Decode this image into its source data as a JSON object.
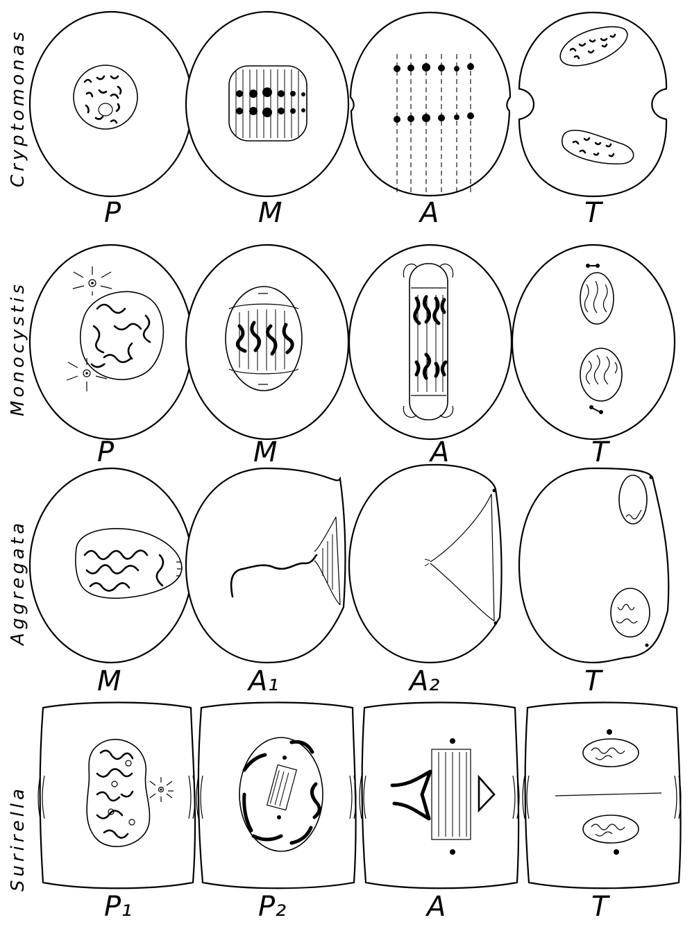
{
  "rows": [
    {
      "organism": "Cryptomonas",
      "stages": [
        "P",
        "M",
        "A",
        "T"
      ]
    },
    {
      "organism": "Monocystis",
      "stages": [
        "P",
        "M",
        "A",
        "T"
      ]
    },
    {
      "organism": "Aggregata",
      "stages": [
        "M",
        "A₁",
        "A₂",
        "T"
      ]
    },
    {
      "organism": "Surirella",
      "stages": [
        "P₁",
        "P₂",
        "A",
        "T"
      ]
    }
  ]
}
